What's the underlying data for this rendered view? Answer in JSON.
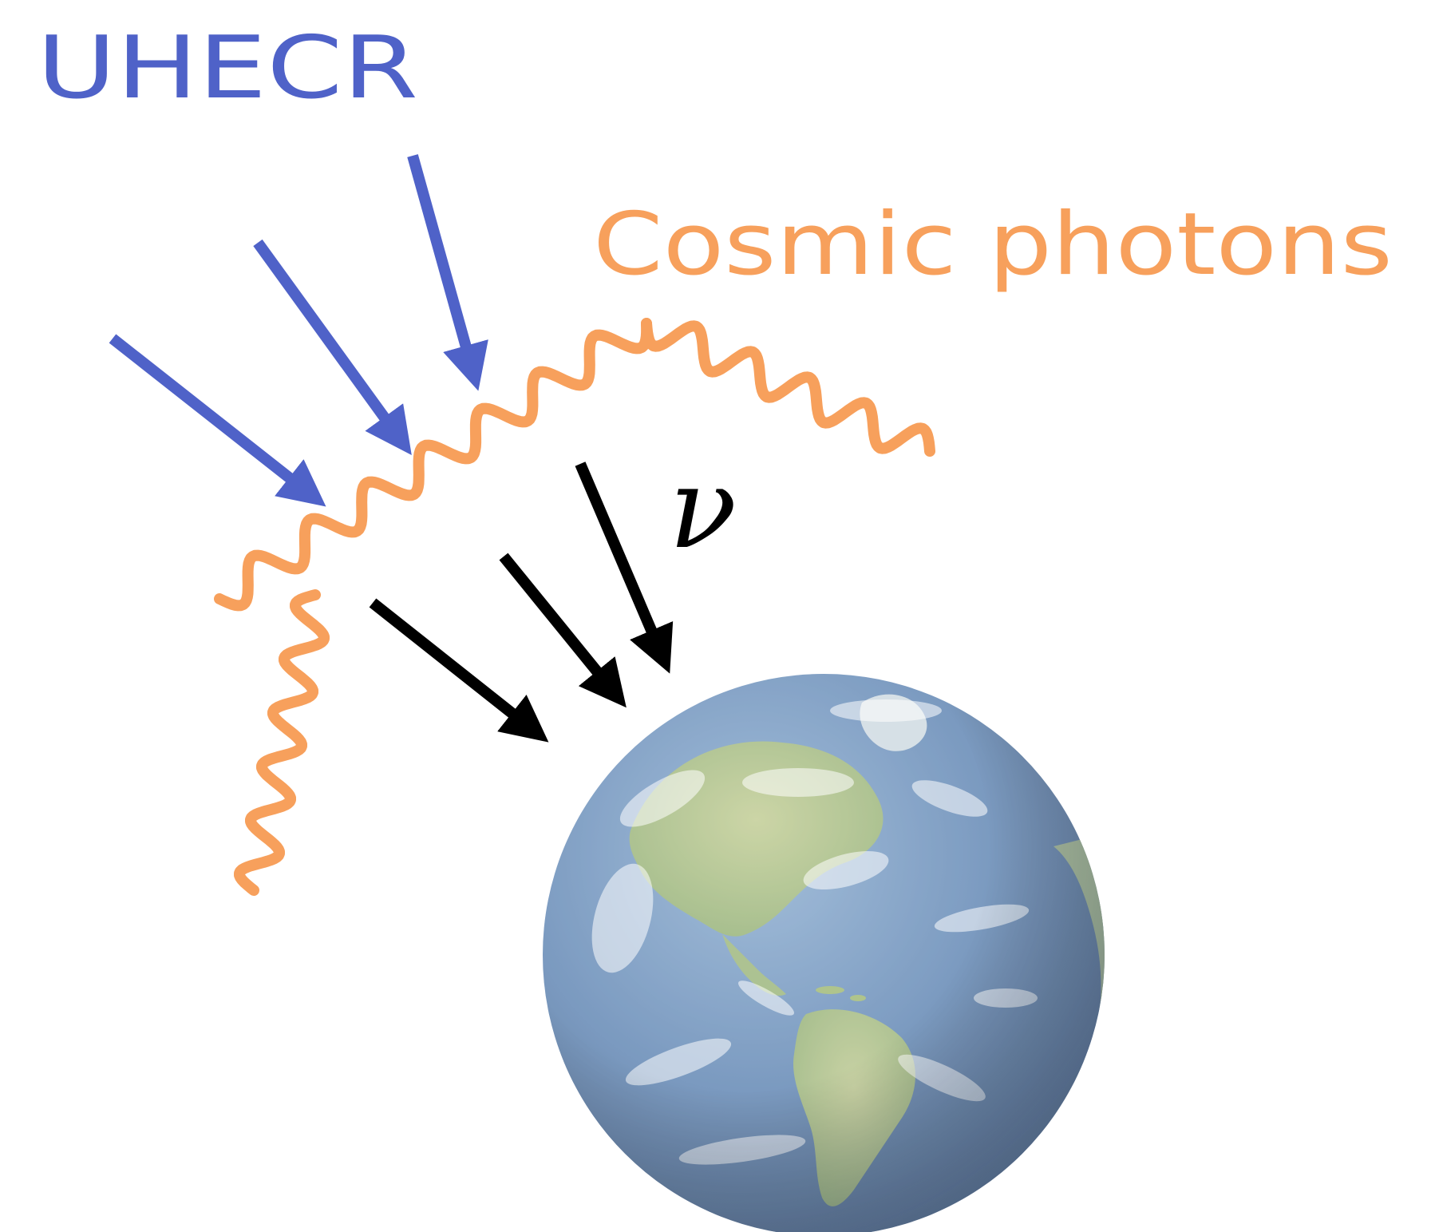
{
  "labels": {
    "uhecr": "UHECR",
    "photons": "Cosmic photons",
    "neutrino": "ν"
  },
  "colors": {
    "uhecr": "#4f62c8",
    "photons": "#f7a05c",
    "neutrino": "#000000",
    "background": "#ffffff"
  },
  "elements": {
    "earth": "earth-globe",
    "uhecr_arrows": 3,
    "neutrino_arrows": 3,
    "photon_waves": 3
  }
}
